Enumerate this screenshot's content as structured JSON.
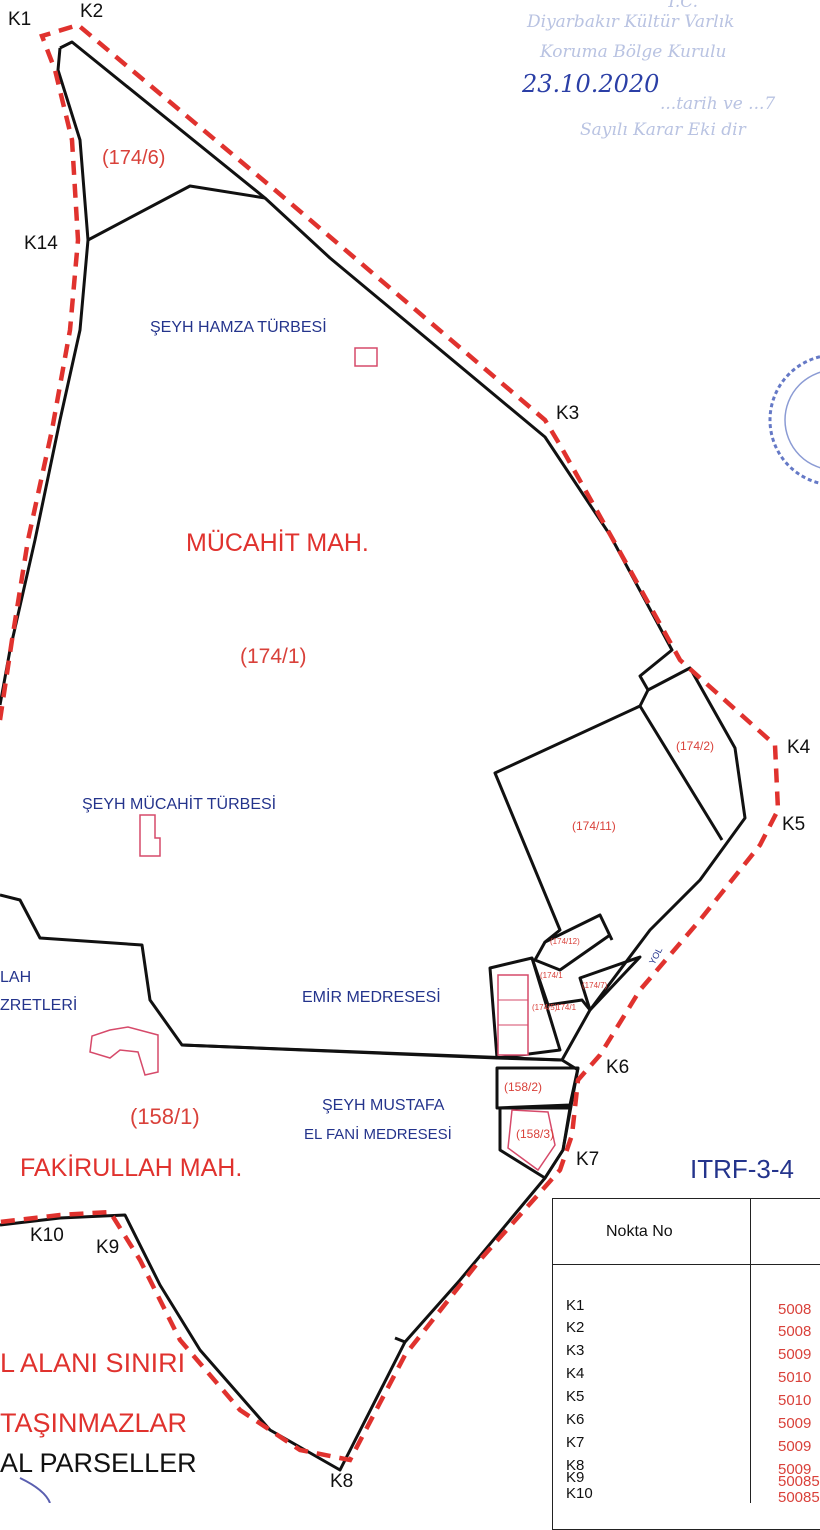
{
  "stamp": {
    "line1": "T.C.",
    "line2": "Diyarbakır Kültür Varlık",
    "line3": "Koruma Bölge Kurulu",
    "line4": "...tarih ve ...7",
    "line5": "Sayılı Karar Eki dir",
    "handwritten_date": "23.10.2020"
  },
  "points": {
    "K1": "K1",
    "K2": "K2",
    "K3": "K3",
    "K4": "K4",
    "K5": "K5",
    "K6": "K6",
    "K7": "K7",
    "K8": "K8",
    "K9": "K9",
    "K10": "K10",
    "K14": "K14"
  },
  "parcels": {
    "p174_6": "(174/6)",
    "p174_1": "(174/1)",
    "p174_2": "(174/2)",
    "p174_11": "(174/11)",
    "p174_12": "(174/12)",
    "p174_13": "(174/1",
    "p174_7": "(174/7)",
    "p174_5": "(174/5)",
    "p174_14": "174/1",
    "p158_2": "(158/2)",
    "p158_3": "(158/3)",
    "p158_1": "(158/1)"
  },
  "places": {
    "seyh_hamza": "ŞEYH HAMZA TÜRBESİ",
    "seyh_mucahit": "ŞEYH MÜCAHİT TÜRBESİ",
    "emir_medresesi": "EMİR MEDRESESİ",
    "seyh_mustafa_1": "ŞEYH MUSTAFA",
    "seyh_mustafa_2": "EL FANİ MEDRESESİ",
    "lah": "LAH",
    "zretleri": "ZRETLERİ",
    "yol": "YOL"
  },
  "neighborhoods": {
    "mucahit": "MÜCAHİT MAH.",
    "fakirullah": "FAKİRULLAH MAH."
  },
  "legend": {
    "line1": "L ALANI SINIRI",
    "line2": "TAŞINMAZLAR",
    "line3": "AL PARSELLER"
  },
  "coordinates": {
    "title": "ITRF-3-4",
    "header": "Nokta  No",
    "rows": [
      {
        "no": "K1",
        "val": "5008"
      },
      {
        "no": "K2",
        "val": "5008"
      },
      {
        "no": "K3",
        "val": "5009"
      },
      {
        "no": "K4",
        "val": "5010"
      },
      {
        "no": "K5",
        "val": "5010"
      },
      {
        "no": "K6",
        "val": "5009"
      },
      {
        "no": "K7",
        "val": "5009"
      },
      {
        "no": "K8",
        "val": "5009"
      },
      {
        "no": "K9",
        "val": "50085"
      },
      {
        "no": "K10",
        "val": "50085"
      }
    ]
  },
  "colors": {
    "boundary": "#e0322e",
    "parcel_line": "#111111",
    "text_blue": "#24348c",
    "text_red": "#d9413a"
  }
}
